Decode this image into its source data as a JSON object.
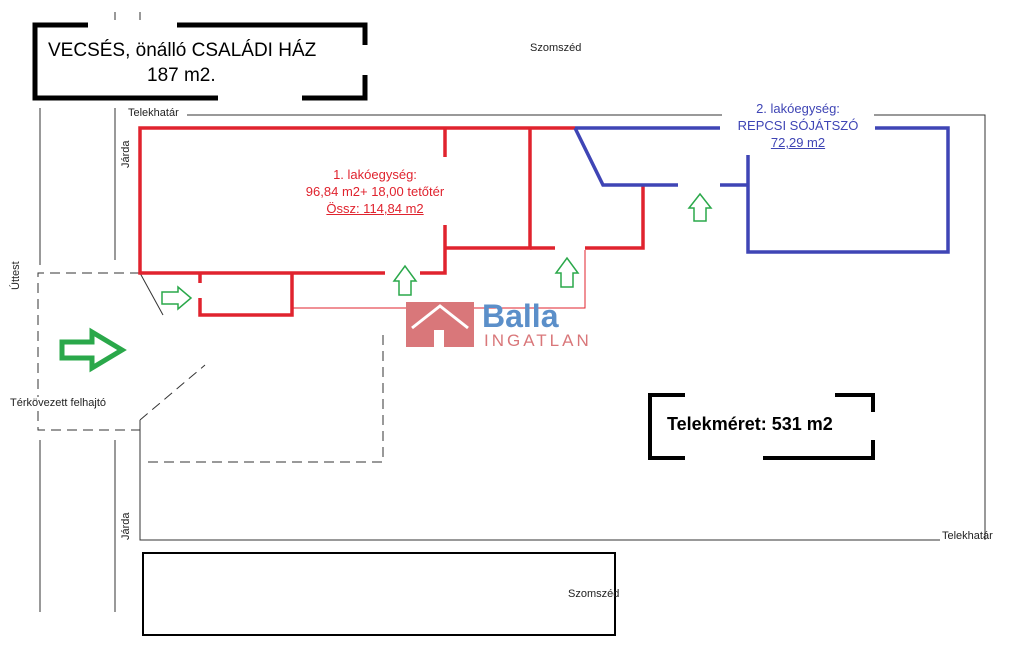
{
  "title": {
    "line1": "VECSÉS, önálló CSALÁDI HÁZ",
    "line2": "187 m2."
  },
  "labels": {
    "neighbor_top": "Szomszéd",
    "neighbor_bottom": "Szomszéd",
    "boundary_top": "Telekhatár",
    "boundary_bottom": "Telekhatár",
    "sidewalk_top": "Járda",
    "sidewalk_bottom": "Járda",
    "road": "Úttest",
    "driveway": "Térkövezett felhajtó"
  },
  "unit1": {
    "title": "1. lakóegység:",
    "area": "96,84 m2+ 18,00 tetőtér",
    "total": "Össz: 114,84 m2"
  },
  "unit2": {
    "title": "2. lakóegység:",
    "name": "REPCSI SÓJÁTSZÓ",
    "area": "72,29 m2"
  },
  "plot_size": "Telekméret: 531 m2",
  "logo": {
    "name": "Balla",
    "sub": "INGATLAN"
  },
  "colors": {
    "unit1": "#e0232e",
    "unit2": "#3f45b5",
    "arrow": "#2aa84a",
    "logo_blue": "#5b8fc9",
    "logo_red": "#d9777a"
  }
}
